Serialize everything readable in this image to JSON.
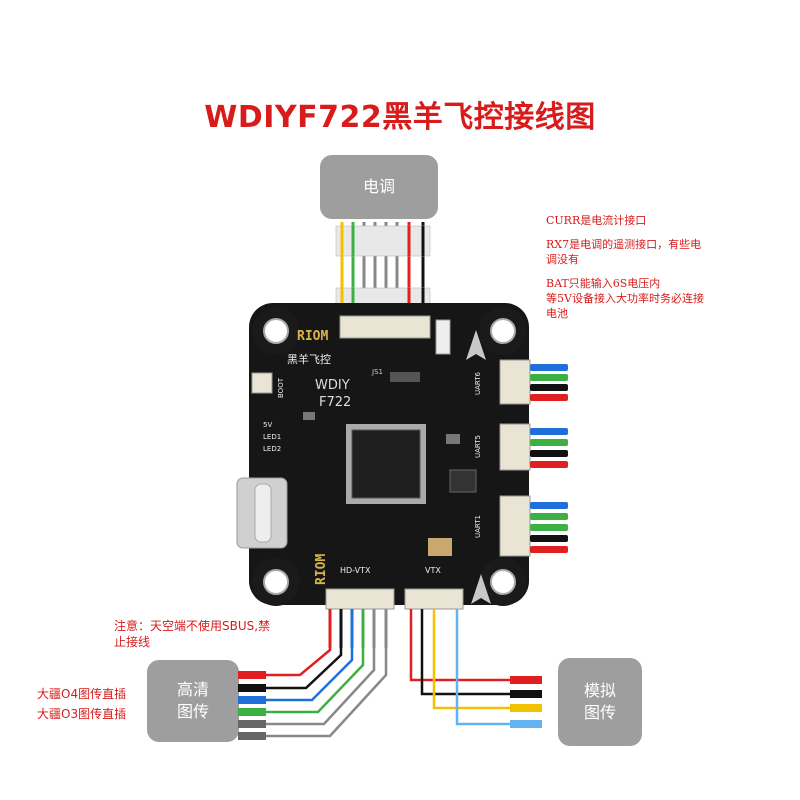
{
  "title": "WDIYF722黑羊飞控接线图",
  "boxes": {
    "esc": "电调",
    "hd_vtx_line1": "高清",
    "hd_vtx_line2": "图传",
    "analog_vtx_line1": "模拟",
    "analog_vtx_line2": "图传"
  },
  "notes": {
    "right": [
      "CURR是电流计接口",
      "RX7是电调的遥测接口，有些电",
      "调没有",
      "BAT只能输入6S电压内",
      "等5V设备接入大功率时务必连接",
      "电池"
    ],
    "left_warning": [
      "注意：天空端不使用SBUS,禁",
      "止接线"
    ],
    "left_dji": [
      "大疆O4图传直插",
      "大疆O3图传直插"
    ]
  },
  "board": {
    "logo": "RIOM",
    "brand": "黑羊飞控",
    "model_line1": "WDIY",
    "model_line2": "F722",
    "boot": "BOOT",
    "labels": [
      "5V",
      "LED1",
      "LED2"
    ],
    "esc_connector": "JS1",
    "hd_port": "HD-VTX",
    "analog_port": "VTX",
    "uarts": [
      "UART6",
      "UART5",
      "UART1"
    ]
  },
  "colors": {
    "title": "#d81b1b",
    "box": "#9e9e9e",
    "wire_red": "#e02020",
    "wire_black": "#111111",
    "wire_green": "#3cb043",
    "wire_blue": "#1e6fd9",
    "wire_white": "#bbbbbb",
    "wire_yellow": "#f2c200",
    "wire_gray": "#888888",
    "wire_lightblue": "#63b3f0"
  }
}
